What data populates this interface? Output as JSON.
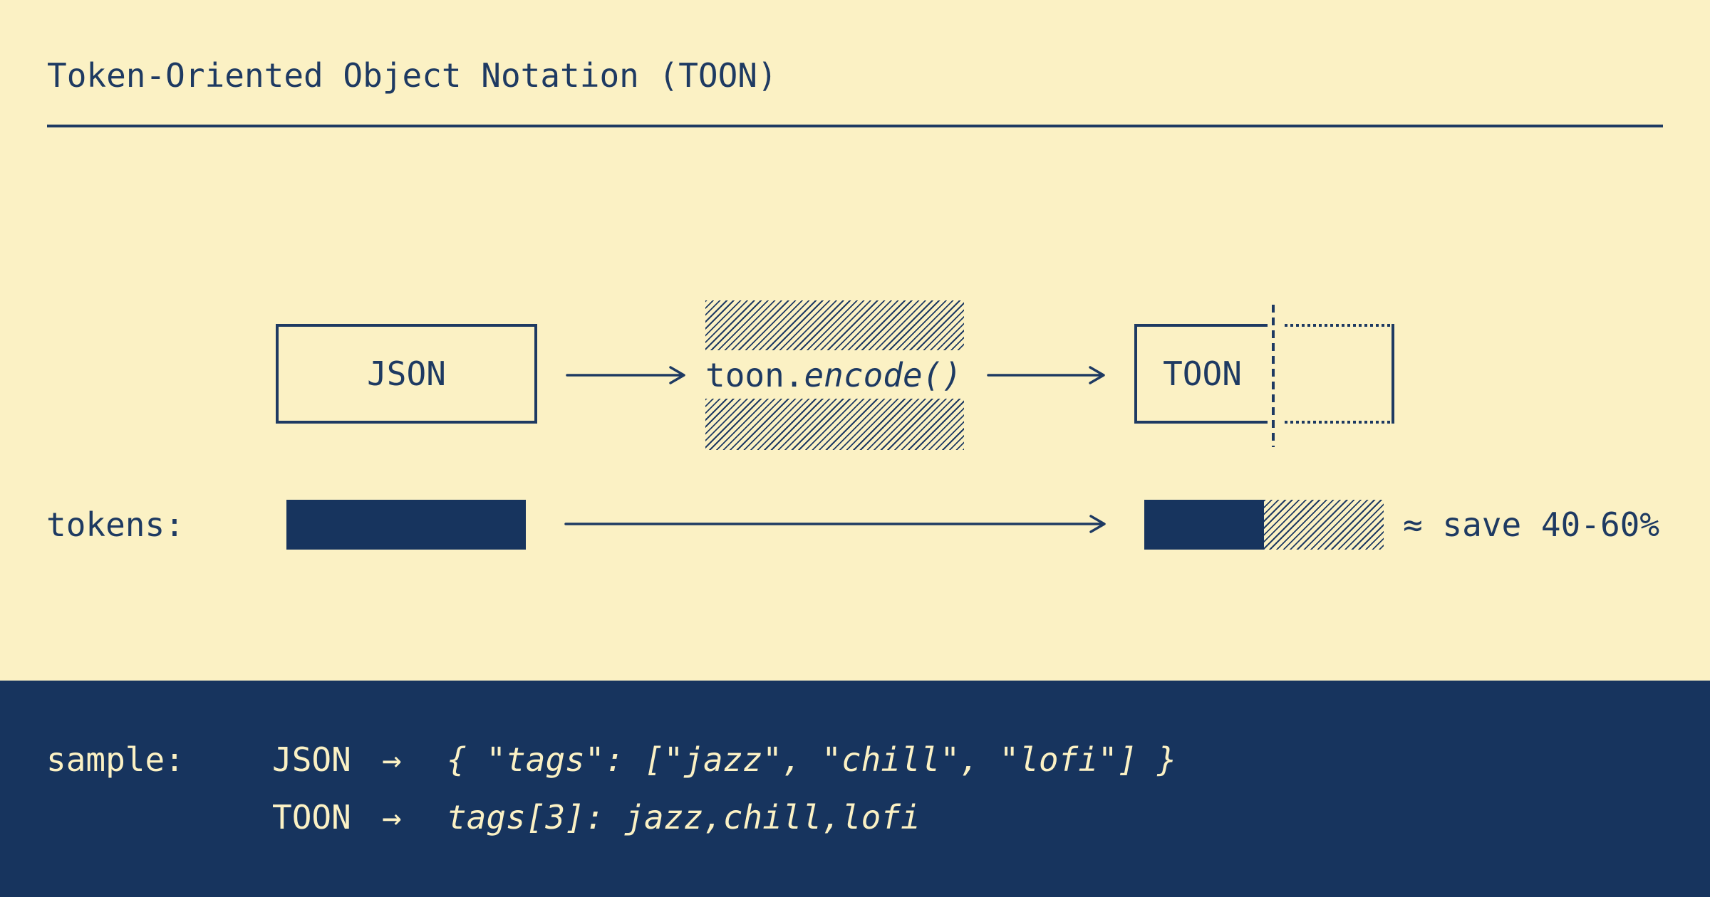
{
  "palette": {
    "cream": "#FBF1C4",
    "navy_panel": "#17345E",
    "ink": "#1E3A62"
  },
  "header": {
    "title": "Token-Oriented Object Notation (TOON)"
  },
  "flow": {
    "input_label": "JSON",
    "encoder_prefix": "toon.",
    "encoder_call": "encode()",
    "output_label": "TOON"
  },
  "tokens_row": {
    "label": "tokens:",
    "savings_note": "≈ save 40-60%"
  },
  "sample": {
    "label": "sample:",
    "arrow": "→",
    "rows": [
      {
        "format": "JSON",
        "code": "{ \"tags\": [\"jazz\", \"chill\", \"lofi\"] }"
      },
      {
        "format": "TOON",
        "code": "tags[3]: jazz,chill,lofi"
      }
    ]
  }
}
